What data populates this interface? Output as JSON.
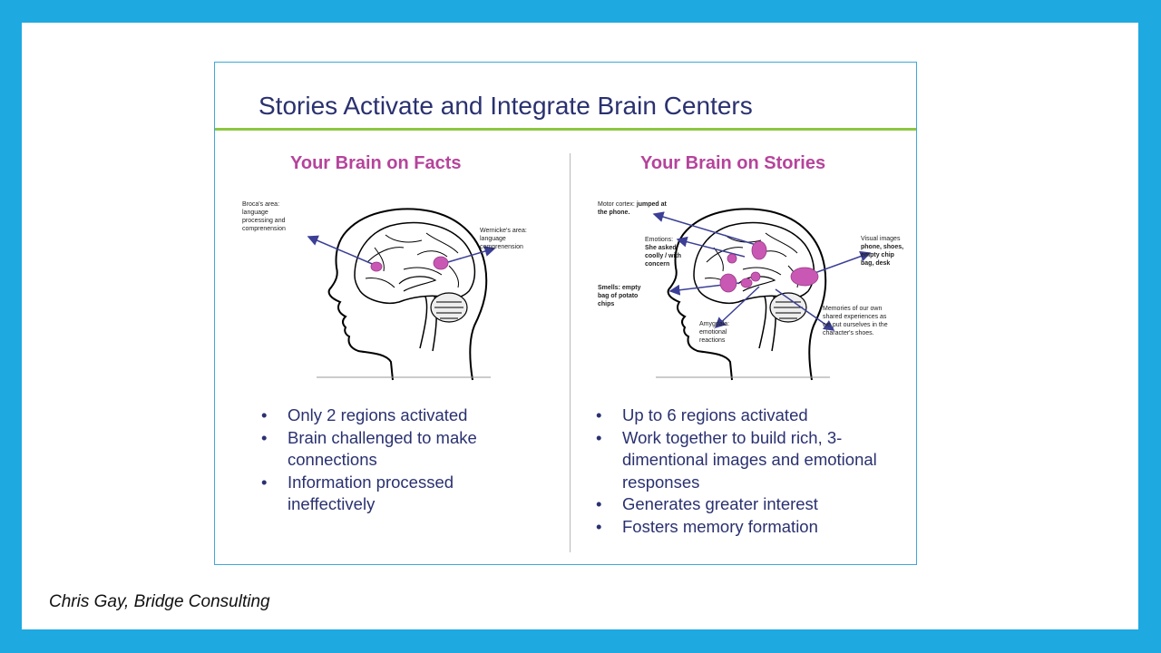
{
  "figure": {
    "title": "Stories Activate and Integrate Brain Centers",
    "left": {
      "heading": "Your Brain on Facts",
      "labels": {
        "broca": [
          "Broca's area:",
          "language",
          "processing and",
          "comprenension"
        ],
        "wernicke": [
          "Wernicke's area:",
          "language",
          "comprenension"
        ]
      },
      "bullets": [
        "Only 2 regions activated",
        "Brain challenged to make connections",
        "Information processed ineffectively"
      ]
    },
    "right": {
      "heading": "Your Brain on Stories",
      "labels": {
        "motor": [
          "Motor cortex:",
          "jumped at",
          "the phone."
        ],
        "emotions": [
          "Emotions:",
          "She asked",
          "coolly / with",
          "concern"
        ],
        "smells": [
          "Smells: empty",
          "bag of potato",
          "chips"
        ],
        "amygdala": [
          "Amygdala:",
          "emotional",
          "reactions"
        ],
        "visual": [
          "Visual images",
          "phone, shoes,",
          "empty chip",
          "bag, desk"
        ],
        "memories": [
          "Memories of our own",
          "shared experiences  as",
          "we put ourselves  in the",
          "character's shoes."
        ]
      },
      "bullets": [
        "Up to 6 regions activated",
        "Work together to build rich, 3-dimentional images and emotional responses",
        "Generates greater interest",
        "Fosters memory formation"
      ]
    }
  },
  "credit": "Chris Gay, Bridge Consulting",
  "colors": {
    "frame": "#1ea9e1",
    "title": "#2a3170",
    "heading": "#b5449b",
    "region": "#c958b4",
    "arrow": "#3b3f95",
    "rule": "#8cc63f"
  }
}
